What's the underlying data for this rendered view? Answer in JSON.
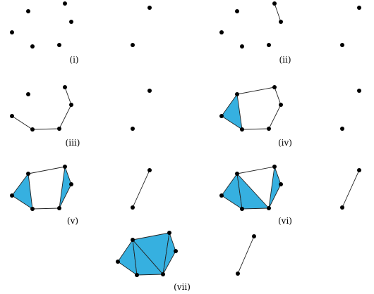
{
  "colors": {
    "fill": "#36b0e0",
    "point": "#000000",
    "edge": "#222222",
    "background": "#ffffff"
  },
  "panels": [
    {
      "label": "(i)"
    },
    {
      "label": "(ii)"
    },
    {
      "label": "(iii)"
    },
    {
      "label": "(iv)"
    },
    {
      "label": "(v)"
    },
    {
      "label": "(vi)"
    },
    {
      "label": "(vii)"
    }
  ]
}
